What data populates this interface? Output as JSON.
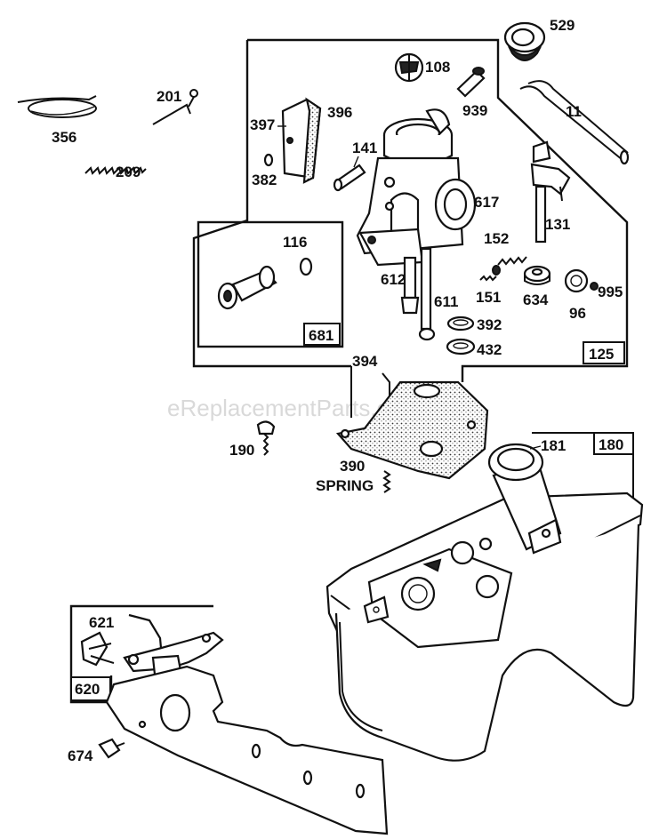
{
  "watermark": "eReplacementParts.com",
  "parts": {
    "p356": "356",
    "p201": "201",
    "p209": "209",
    "p397": "397",
    "p396": "396",
    "p382": "382",
    "p141": "141",
    "p108": "108",
    "p939": "939",
    "p529": "529",
    "p11": "11",
    "p617": "617",
    "p131": "131",
    "p152": "152",
    "p151": "151",
    "p634": "634",
    "p995": "995",
    "p96": "96",
    "p116": "116",
    "p681": "681",
    "p612": "612",
    "p611": "611",
    "p392": "392",
    "p432": "432",
    "p125": "125",
    "p394": "394",
    "p190": "190",
    "p390": "390",
    "spring": "SPRING",
    "p181": "181",
    "p180": "180",
    "p621": "621",
    "p620": "620",
    "p674": "674"
  }
}
